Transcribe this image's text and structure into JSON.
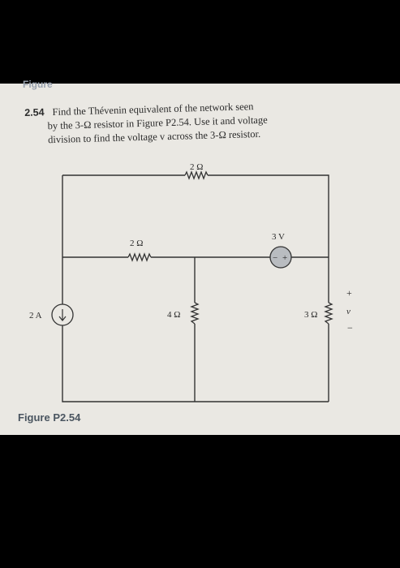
{
  "top_label": "Figure",
  "problem": {
    "number": "2.54",
    "line1": "Find the Thévenin equivalent of the network seen",
    "line2": "by the 3-Ω resistor in Figure P2.54. Use it and voltage",
    "line3": "division to find the voltage v across the 3-Ω resistor."
  },
  "circuit": {
    "top_resistor": "2 Ω",
    "left_resistor": "2 Ω",
    "middle_resistor": "4 Ω",
    "right_resistor": "3 Ω",
    "voltage_source": "3 V",
    "current_source": "2 A",
    "plus_sign": "+",
    "minus_sign": "−",
    "vs_minus": "−",
    "vs_plus": "+",
    "voltage_label": "v"
  },
  "caption": "Figure P2.54"
}
